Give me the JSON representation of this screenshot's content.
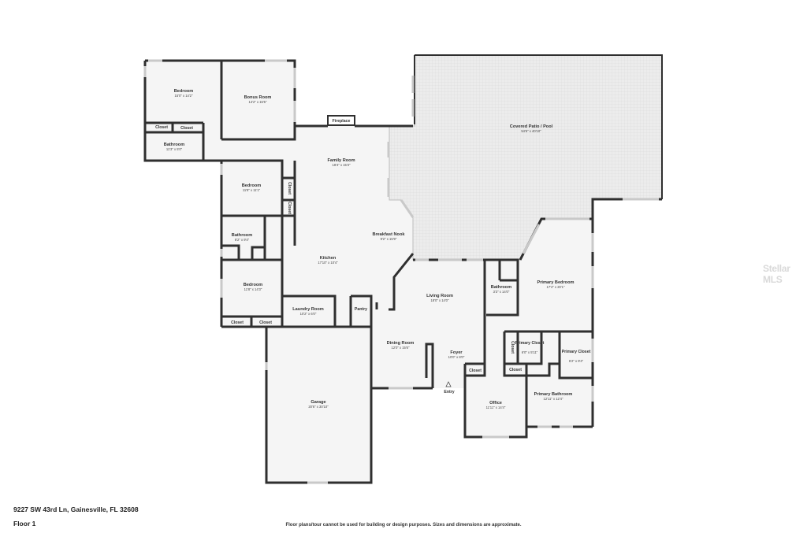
{
  "floor_plan": {
    "address": "9227 SW 43rd Ln, Gainesville, FL 32608",
    "floor": "Floor 1",
    "disclaimer": "Floor plans/tour cannot be used for building or design purposes. Sizes and dimensions are approximate.",
    "watermark": "Stellar MLS",
    "rooms": {
      "bedroom_nw": {
        "name": "Bedroom",
        "dim": "15'0\" x 14'2\""
      },
      "bonus_room": {
        "name": "Bonus Room",
        "dim": "14'2\" x 15'5\""
      },
      "bathroom_nw": {
        "name": "Bathroom",
        "dim": "11'3\" x 5'0\""
      },
      "closet_nw1": {
        "name": "Closet"
      },
      "closet_nw2": {
        "name": "Closet"
      },
      "fireplace": {
        "name": "Fireplace"
      },
      "family_room": {
        "name": "Family Room",
        "dim": "18'4\" x 15'3\""
      },
      "covered_patio": {
        "name": "Covered Patio / Pool",
        "dim": "54'6\" x 40'10\""
      },
      "bedroom_mid": {
        "name": "Bedroom",
        "dim": "11'8\" x 11'1\""
      },
      "closet_mid1": {
        "name": "Closet"
      },
      "closet_mid2": {
        "name": "Closet"
      },
      "bathroom_mid": {
        "name": "Bathroom",
        "dim": "8'2\" x 9'4\""
      },
      "breakfast_nook": {
        "name": "Breakfast Nook",
        "dim": "9'2\" x 15'9\""
      },
      "kitchen": {
        "name": "Kitchen",
        "dim": "17'10\" x 10'4\""
      },
      "bedroom_sw": {
        "name": "Bedroom",
        "dim": "11'8\" x 14'3\""
      },
      "closet_sw1": {
        "name": "Closet"
      },
      "closet_sw2": {
        "name": "Closet"
      },
      "laundry": {
        "name": "Laundry Room",
        "dim": "10'2\" x 6'0\""
      },
      "pantry": {
        "name": "Pantry"
      },
      "living_room": {
        "name": "Living Room",
        "dim": "18'0\" x 14'0\""
      },
      "bathroom_primary_hall": {
        "name": "Bathroom",
        "dim": "3'3\" x 14'0\""
      },
      "primary_bedroom": {
        "name": "Primary Bedroom",
        "dim": "17'4\" x 20'1\""
      },
      "dining_room": {
        "name": "Dining Room",
        "dim": "12'0\" x 15'6\""
      },
      "foyer": {
        "name": "Foyer",
        "dim": "10'0\" x 8'0\""
      },
      "primary_closet_1": {
        "name": "Primary Closet",
        "dim": "6'0\" x 5'11\""
      },
      "primary_closet_2": {
        "name": "Primary Closet",
        "dim": "6'2\" x 9'4\""
      },
      "closet_primary": {
        "name": "Closet"
      },
      "closet_office": {
        "name": "Closet"
      },
      "closet_foyer": {
        "name": "Closet"
      },
      "entry": {
        "name": "Entry"
      },
      "garage": {
        "name": "Garage",
        "dim": "20'6\" x 30'10\""
      },
      "office": {
        "name": "Office",
        "dim": "11'11\" x 14'4\""
      },
      "primary_bathroom": {
        "name": "Primary Bathroom",
        "dim": "12'11\" x 12'4\""
      }
    }
  }
}
